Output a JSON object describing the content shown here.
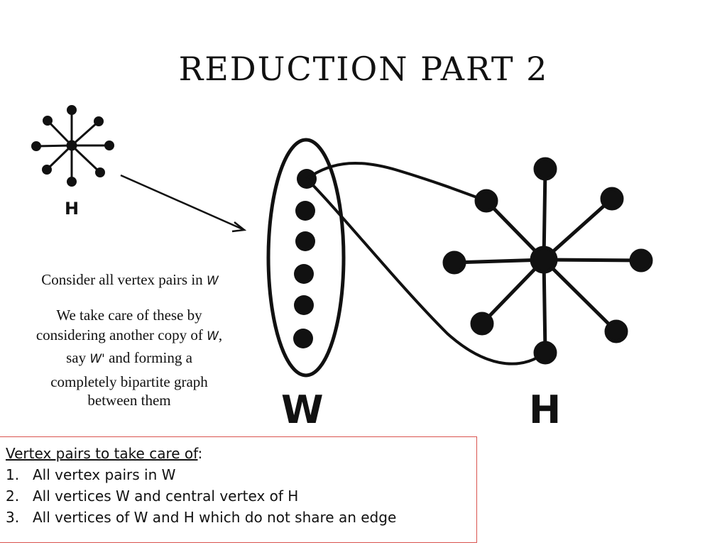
{
  "slide": {
    "title": "REDUCTION PART 2"
  },
  "diagram": {
    "small_star_label": "H",
    "big_star_label": "H",
    "w_label": "W"
  },
  "text": {
    "consider_prefix": "Consider all vertex pairs in ",
    "consider_var": "W",
    "take_care_1": "We take care of these by",
    "take_care_2a": "considering another copy of ",
    "take_care_2_var": "W",
    "take_care_2b": ",",
    "take_care_3a": "say ",
    "take_care_3_var": "W'",
    "take_care_3b": " and forming a",
    "take_care_4": "completely bipartite graph",
    "take_care_5": "between them"
  },
  "box": {
    "heading_underlined": "Vertex pairs to take care of",
    "heading_suffix": ":",
    "items": [
      {
        "num": "1.",
        "text": "All vertex pairs in W"
      },
      {
        "num": "2.",
        "text": "All vertices W and central vertex of H"
      },
      {
        "num": "3.",
        "text": "All vertices of W and H which do not share an edge"
      }
    ],
    "border_color": "#d9534f"
  }
}
